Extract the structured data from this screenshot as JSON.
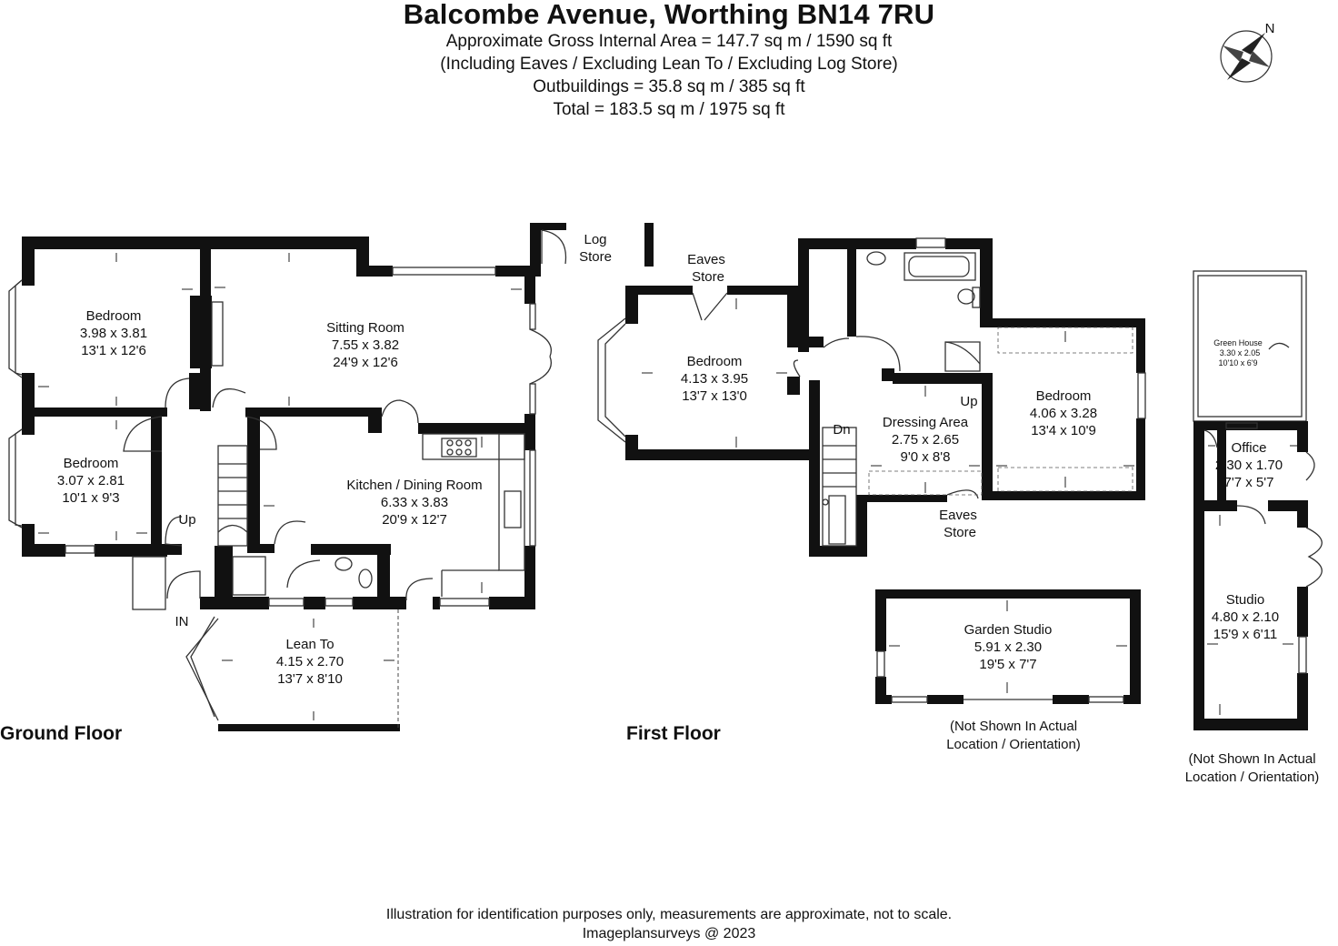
{
  "header": {
    "title": "Balcombe Avenue, Worthing BN14 7RU",
    "line1": "Approximate Gross Internal Area = 147.7 sq m / 1590 sq ft",
    "line2": "(Including Eaves / Excluding Lean To / Excluding Log Store)",
    "line3": "Outbuildings  = 35.8 sq m / 385 sq ft",
    "line4": "Total = 183.5 sq m / 1975 sq ft"
  },
  "compass": {
    "label": "N"
  },
  "ground_floor": {
    "label": "Ground Floor",
    "rooms": {
      "bedroom1": {
        "name": "Bedroom",
        "metric": "3.98 x 3.81",
        "imperial": "13'1 x 12'6"
      },
      "bedroom2": {
        "name": "Bedroom",
        "metric": "3.07 x 2.81",
        "imperial": "10'1 x 9'3"
      },
      "sitting": {
        "name": "Sitting Room",
        "metric": "7.55 x 3.82",
        "imperial": "24'9 x 12'6"
      },
      "kitchen": {
        "name": "Kitchen / Dining Room",
        "metric": "6.33 x 3.83",
        "imperial": "20'9 x 12'7"
      },
      "leanto": {
        "name": "Lean To",
        "metric": "4.15 x 2.70",
        "imperial": "13'7 x 8'10"
      }
    },
    "logstore": {
      "line1": "Log",
      "line2": "Store"
    },
    "up": "Up",
    "entrance": "IN"
  },
  "first_floor": {
    "label": "First Floor",
    "rooms": {
      "bedroom3": {
        "name": "Bedroom",
        "metric": "4.13 x 3.95",
        "imperial": "13'7 x 13'0"
      },
      "bedroom4": {
        "name": "Bedroom",
        "metric": "4.06 x 3.28",
        "imperial": "13'4 x 10'9"
      },
      "dressing": {
        "name": "Dressing Area",
        "metric": "2.75 x 2.65",
        "imperial": "9'0 x 8'8"
      }
    },
    "eaves1": {
      "line1": "Eaves",
      "line2": "Store"
    },
    "eaves2": {
      "line1": "Eaves",
      "line2": "Store"
    },
    "down": "Dn",
    "up": "Up"
  },
  "outbuildings": {
    "garden_studio": {
      "name": "Garden Studio",
      "metric": "5.91 x 2.30",
      "imperial": "19'5 x 7'7"
    },
    "green_house": {
      "name": "Green House",
      "metric": "3.30 x 2.05",
      "imperial": "10'10 x 6'9"
    },
    "office": {
      "name": "Office",
      "metric": "2.30 x 1.70",
      "imperial": "7'7 x 5'7"
    },
    "studio": {
      "name": "Studio",
      "metric": "4.80 x 2.10",
      "imperial": "15'9 x 6'11"
    },
    "note1": {
      "line1": "(Not Shown In Actual",
      "line2": "Location / Orientation)"
    },
    "note2": {
      "line1": "(Not Shown In Actual",
      "line2": "Location / Orientation)"
    }
  },
  "footer": {
    "line1": "Illustration for identification purposes only, measurements are approximate, not to scale.",
    "line2": "Imageplansurveys @ 2023"
  }
}
